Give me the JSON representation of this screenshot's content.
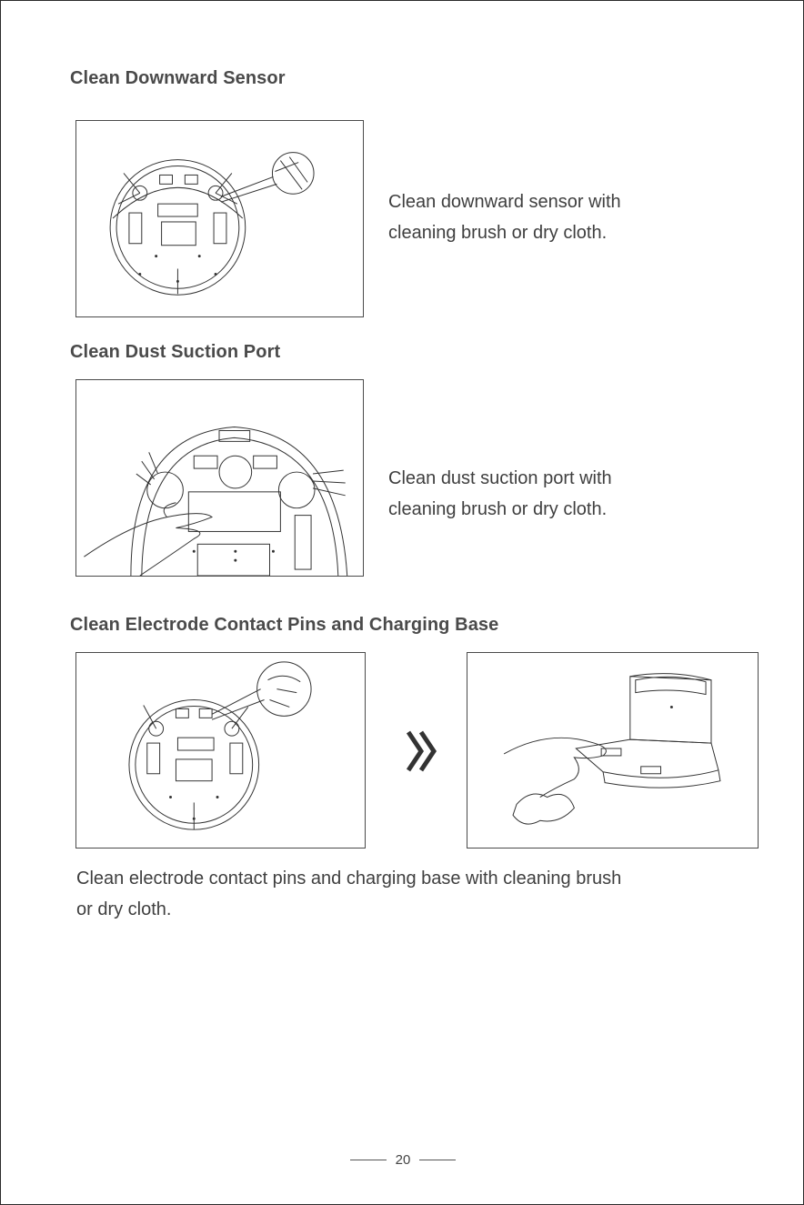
{
  "sections": [
    {
      "heading": "Clean Downward Sensor",
      "lines": [
        "Clean downward sensor with",
        "cleaning brush or dry cloth."
      ]
    },
    {
      "heading": "Clean Dust Suction Port",
      "lines": [
        "Clean dust suction port with",
        "cleaning brush or dry cloth."
      ]
    },
    {
      "heading": "Clean Electrode Contact Pins and Charging Base",
      "lines": [
        "Clean electrode contact pins and charging base with cleaning brush",
        "or dry cloth."
      ]
    }
  ],
  "page_number": "20",
  "icons": {
    "arrow": "double-chevron-right-icon"
  }
}
